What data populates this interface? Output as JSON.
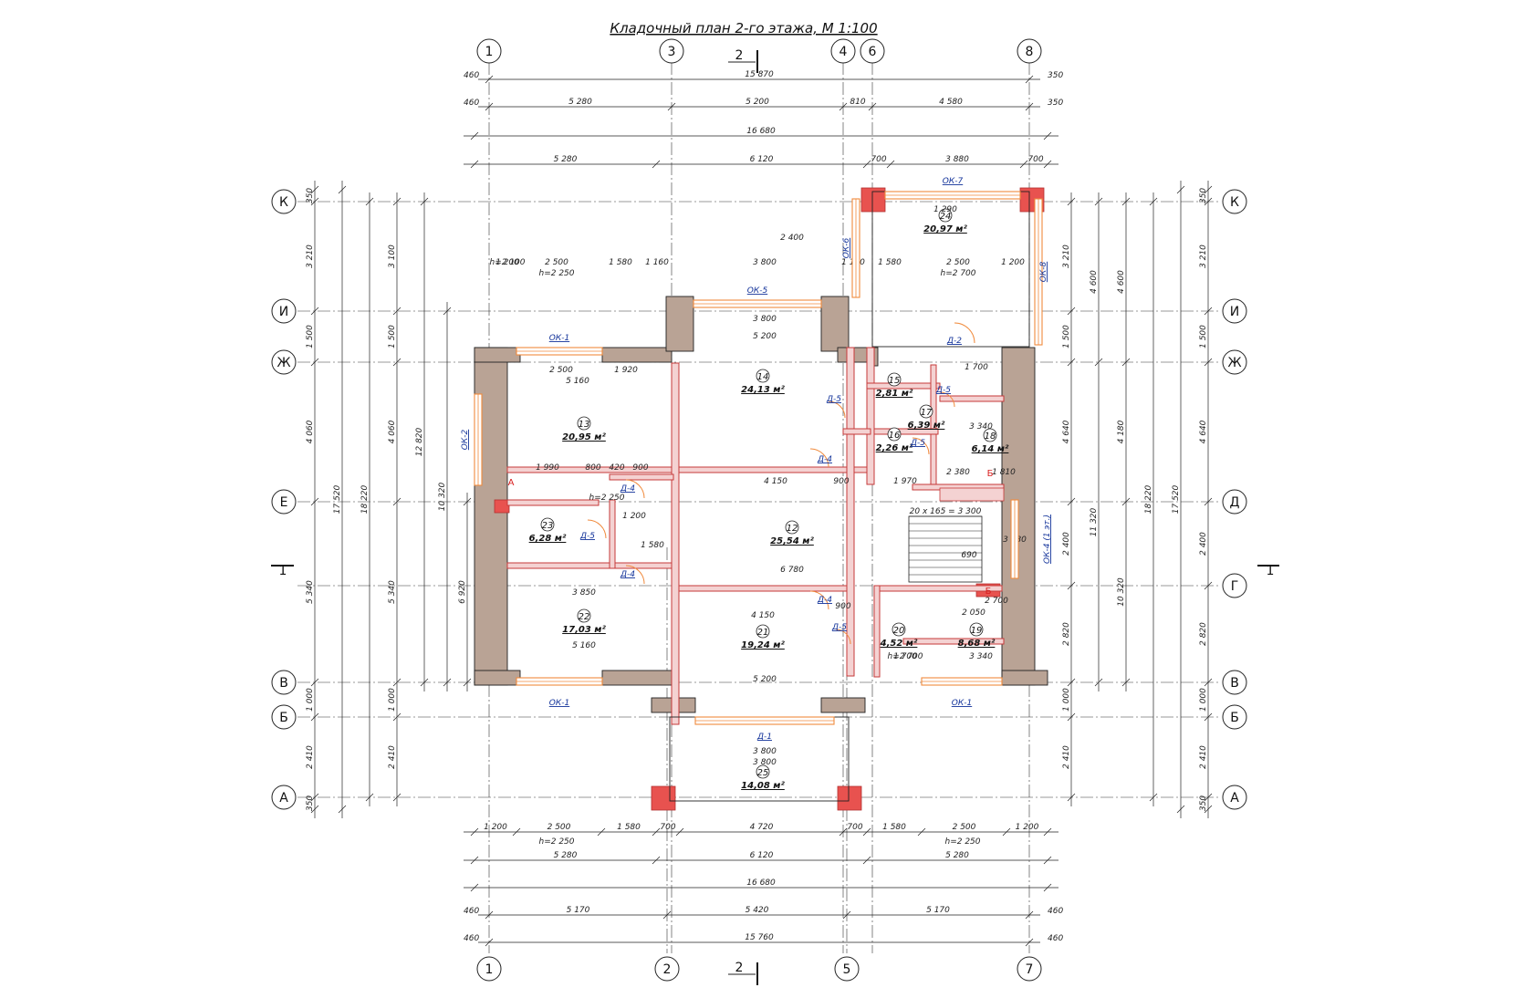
{
  "title": "Кладочный план 2-го этажа, М 1:100",
  "axes": {
    "top": [
      "1",
      "3",
      "4",
      "6",
      "8"
    ],
    "bottom": [
      "1",
      "2",
      "5",
      "7"
    ],
    "left": [
      "К",
      "И",
      "Ж",
      "Е",
      "В",
      "Б",
      "А"
    ],
    "right": [
      "К",
      "И",
      "Ж",
      "Д",
      "Г",
      "В",
      "Б",
      "А"
    ]
  },
  "section_marks": {
    "vertical": "2",
    "horizontal": "1"
  },
  "top_dims": {
    "overall_1": "15 870",
    "row2": [
      "5 280",
      "5 200",
      "810",
      "4 580"
    ],
    "overall_2": "16 680",
    "row4": [
      "5 280",
      "6 120",
      "700",
      "3 880",
      "700"
    ],
    "edge": [
      "460",
      "350"
    ]
  },
  "bottom_dims": {
    "row1": [
      "1 200",
      "2 500",
      "1 580",
      "700",
      "4 720",
      "700",
      "1 580",
      "2 500",
      "1 200"
    ],
    "h_label": "h=2 250",
    "row2": [
      "5 280",
      "6 120",
      "5 280"
    ],
    "overall_1": "16 680",
    "row4": [
      "5 170",
      "5 420",
      "5 170"
    ],
    "overall_2": "15 760",
    "edge": [
      "460",
      "460"
    ]
  },
  "left_dims": [
    "350",
    "3 210",
    "3 100",
    "1 500",
    "4 060",
    "5 340",
    "1 000",
    "2 410",
    "18 220",
    "17 520",
    "12 820",
    "10 320",
    "6 920"
  ],
  "right_dims": [
    "350",
    "3 210",
    "4 600",
    "1 500",
    "4 640",
    "4 180",
    "2 400",
    "2 820",
    "1 000",
    "2 410",
    "18 220",
    "17 520",
    "10 320",
    "11 320"
  ],
  "interior_dims": [
    "1 200",
    "2 500",
    "1 580",
    "1 160",
    "3 800",
    "1 160",
    "1 580",
    "2 500",
    "1 200",
    "h=2 250",
    "h=2 700",
    "3 800",
    "5 200",
    "2 500",
    "1 920",
    "5 160",
    "1 990",
    "800",
    "420",
    "900",
    "4 150",
    "900",
    "1 970",
    "6 780",
    "1 200",
    "1 580",
    "3 850",
    "5 160",
    "4 150",
    "900",
    "1 700",
    "2 050",
    "3 340",
    "5 200",
    "3 800",
    "3 800",
    "h=2 700",
    "1 700",
    "3 340",
    "2 380",
    "1 810",
    "690",
    "2 700",
    "1 290",
    "3 880",
    "2 400",
    "h=2 250",
    "h=2 100"
  ],
  "rooms": [
    {
      "num": "12",
      "area": "25,54 м²"
    },
    {
      "num": "13",
      "area": "20,95 м²"
    },
    {
      "num": "14",
      "area": "24,13 м²"
    },
    {
      "num": "15",
      "area": "2,81 м²"
    },
    {
      "num": "16",
      "area": "2,26 м²"
    },
    {
      "num": "17",
      "area": "6,39 м²"
    },
    {
      "num": "18",
      "area": "6,14 м²"
    },
    {
      "num": "19",
      "area": "8,68 м²"
    },
    {
      "num": "20",
      "area": "4,52 м²"
    },
    {
      "num": "21",
      "area": "19,24 м²"
    },
    {
      "num": "22",
      "area": "17,03 м²"
    },
    {
      "num": "23",
      "area": "6,28 м²"
    },
    {
      "num": "24",
      "area": "20,97 м²"
    },
    {
      "num": "25",
      "area": "14,08 м²"
    }
  ],
  "openings": [
    "ОК-1",
    "ОК-1",
    "ОК-1",
    "ОК-2",
    "ОК-4 (1 эт.)",
    "ОК-5",
    "ОК-6",
    "ОК-7",
    "ОК-8",
    "Д-1",
    "Д-2",
    "Д-4",
    "Д-4",
    "Д-4",
    "Д-4",
    "Д-5",
    "Д-5",
    "Д-5",
    "Д-5",
    "Д-5"
  ],
  "marks": [
    "А",
    "Б",
    "Б"
  ],
  "stair_note": "20 x 165 = 3 300",
  "colors": {
    "wall": "#b9a395",
    "partition": "#f4d2d2",
    "partition_edge": "#c63a3a",
    "column": "#e8524f",
    "window": "#f08a3c",
    "label": "#13339a",
    "mark": "#d81e1e"
  }
}
